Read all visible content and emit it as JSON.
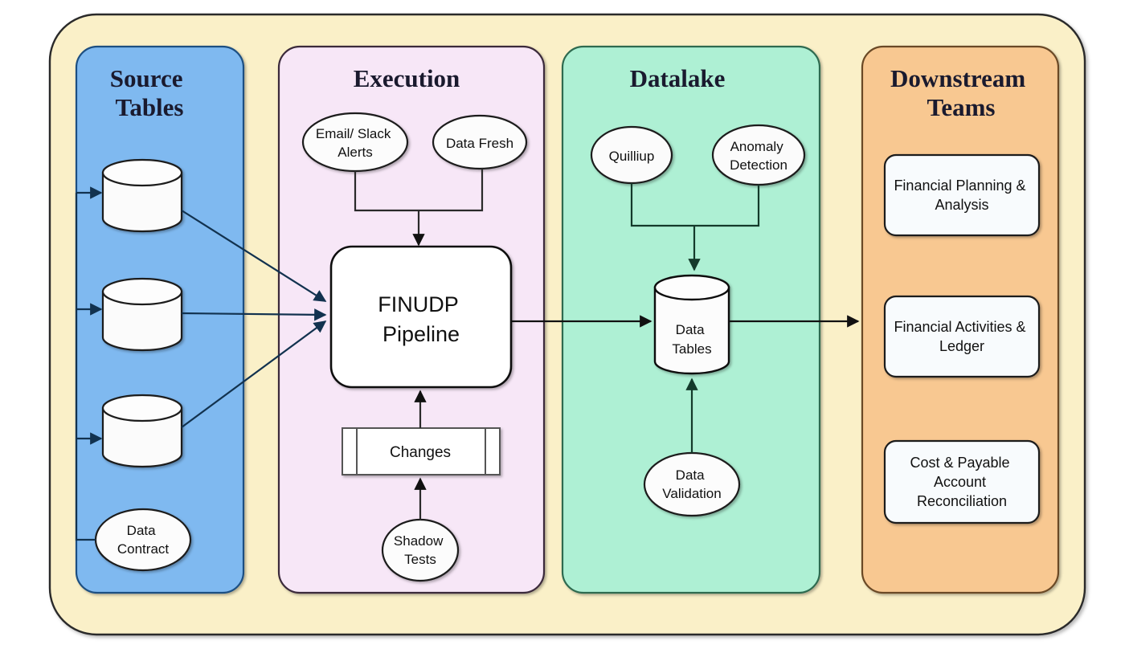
{
  "diagram": {
    "outer_container": {
      "fill": "#faf0c8",
      "stroke": "#2b2b2b"
    },
    "swimlanes": [
      {
        "id": "source-tables",
        "title": "Source Tables",
        "fill": "#7fb9f0",
        "stroke": "#1f4f82"
      },
      {
        "id": "execution",
        "title": "Execution",
        "fill": "#f7e7f7",
        "stroke": "#3a2a3a"
      },
      {
        "id": "datalake",
        "title": "Datalake",
        "fill": "#aef0d4",
        "stroke": "#2f6b50"
      },
      {
        "id": "downstream-teams",
        "title": "Downstream Teams",
        "fill": "#f8c891",
        "stroke": "#6b4a25"
      }
    ],
    "source_tables": {
      "cylinders": [
        {
          "label": ""
        },
        {
          "label": ""
        },
        {
          "label": ""
        }
      ],
      "data_contract": "Data Contract"
    },
    "execution": {
      "email_slack_alerts_line1": "Email/ Slack",
      "email_slack_alerts_line2": "Alerts",
      "data_fresh": "Data Fresh",
      "pipeline_line1": "FINUDP",
      "pipeline_line2": "Pipeline",
      "changes": "Changes",
      "shadow_tests_line1": "Shadow",
      "shadow_tests_line2": "Tests"
    },
    "datalake": {
      "quilliup": "Quilliup",
      "anomaly_detection_line1": "Anomaly",
      "anomaly_detection_line2": "Detection",
      "data_tables_line1": "Data",
      "data_tables_line2": "Tables",
      "data_validation_line1": "Data",
      "data_validation_line2": "Validation"
    },
    "downstream_teams": {
      "cards": [
        {
          "line1": "Financial Planning &",
          "line2": "Analysis",
          "line3": ""
        },
        {
          "line1": "Financial Activities &",
          "line2": "Ledger",
          "line3": ""
        },
        {
          "line1": "Cost & Payable",
          "line2": "Account",
          "line3": "Reconciliation"
        }
      ]
    }
  }
}
